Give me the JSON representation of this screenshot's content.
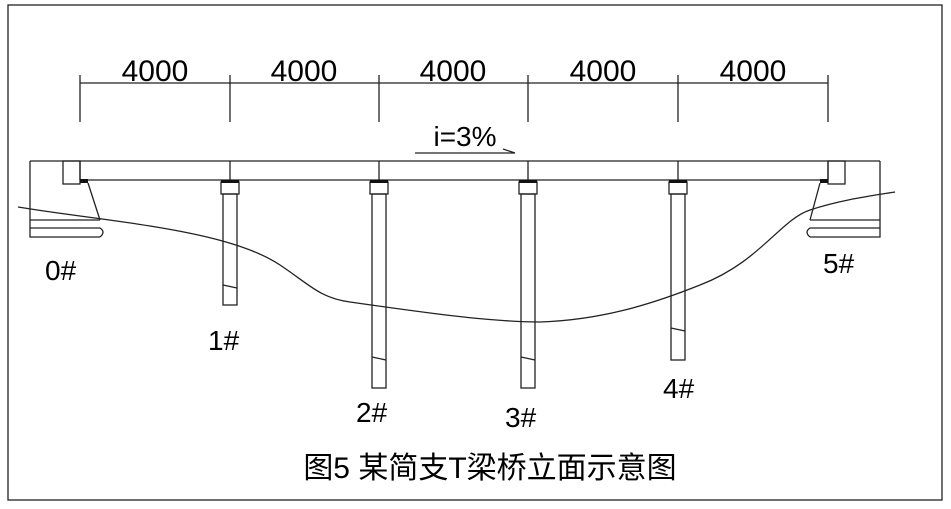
{
  "spans": [
    "4000",
    "4000",
    "4000",
    "4000",
    "4000"
  ],
  "slope_label": "i=3%",
  "supports": [
    "0#",
    "1#",
    "2#",
    "3#",
    "4#",
    "5#"
  ],
  "caption": "图5 某简支T梁桥立面示意图"
}
